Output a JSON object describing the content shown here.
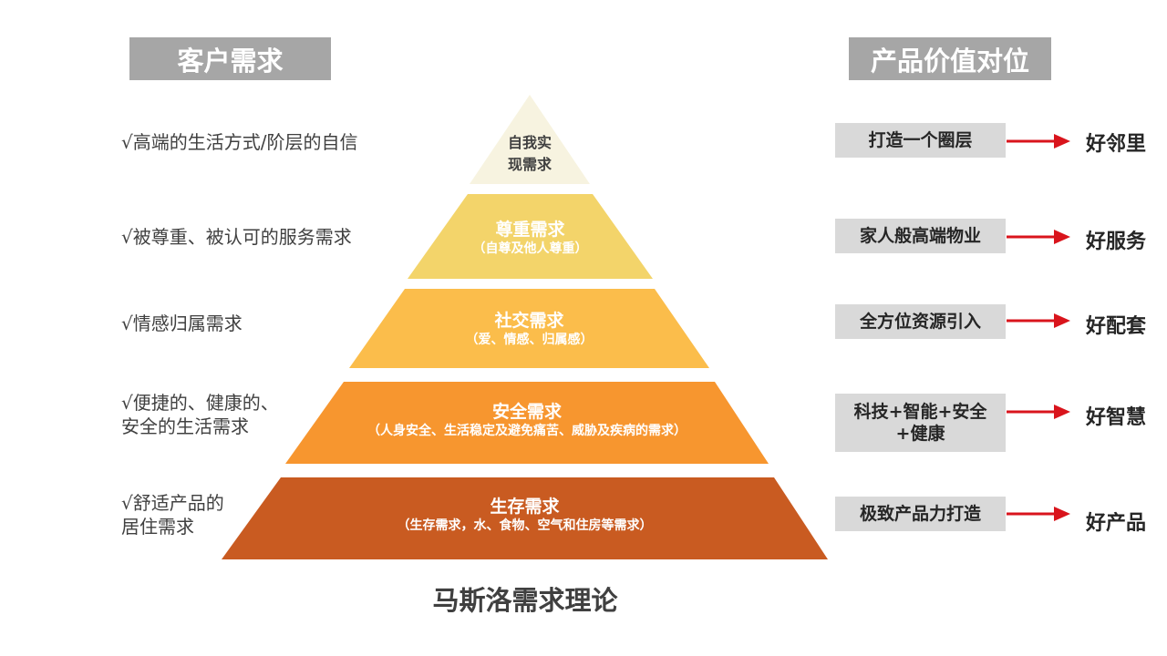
{
  "headers": {
    "left": "客户需求",
    "right": "产品价值对位"
  },
  "needs": [
    "√高端的生活方式/阶层的自信",
    "√被尊重、被认可的服务需求",
    "√情感归属需求",
    "√便捷的、健康的、\n安全的生活需求",
    "√舒适产品的\n居住需求"
  ],
  "tiers": [
    {
      "name": "自我实\n现需求",
      "sub": "",
      "color": "#f7f3e0"
    },
    {
      "name": "尊重需求",
      "sub": "（自尊及他人尊重）",
      "color": "#f3d46a"
    },
    {
      "name": "社交需求",
      "sub": "（爱、情感、归属感）",
      "color": "#fbbd4b"
    },
    {
      "name": "安全需求",
      "sub": "（人身安全、生活稳定及避免痛苦、威胁及疾病的需求）",
      "color": "#f7962f"
    },
    {
      "name": "生存需求",
      "sub": "（生存需求，水、食物、空气和住房等需求）",
      "color": "#c95b21"
    }
  ],
  "values": [
    {
      "label": "打造一个圈层",
      "result": "好邻里"
    },
    {
      "label": "家人般高端物业",
      "result": "好服务"
    },
    {
      "label": "全方位资源引入",
      "result": "好配套"
    },
    {
      "label": "科技+智能+安全\n+健康",
      "result": "好智慧"
    },
    {
      "label": "极致产品力打造",
      "result": "好产品"
    }
  ],
  "arrow_color": "#d9141c",
  "caption": "马斯洛需求理论"
}
